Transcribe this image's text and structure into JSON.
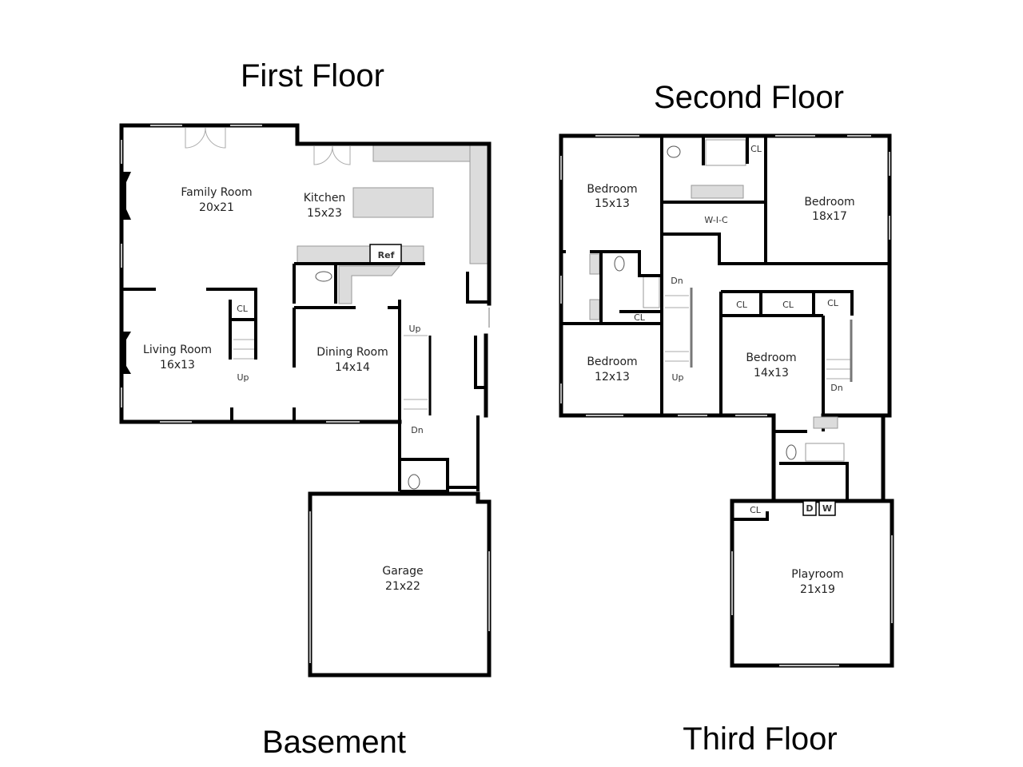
{
  "titles": {
    "first": "First Floor",
    "second": "Second Floor",
    "basement": "Basement",
    "third": "Third Floor"
  },
  "first_floor": {
    "family_room": {
      "name": "Family Room",
      "size": "20x21"
    },
    "kitchen": {
      "name": "Kitchen",
      "size": "15x23"
    },
    "living_room": {
      "name": "Living Room",
      "size": "16x13"
    },
    "dining_room": {
      "name": "Dining Room",
      "size": "14x14"
    },
    "ref": "Ref",
    "cl": "CL",
    "up1": "Up",
    "up2": "Up",
    "dn": "Dn"
  },
  "basement": {
    "garage": {
      "name": "Garage",
      "size": "21x22"
    }
  },
  "second_floor": {
    "bedroom1": {
      "name": "Bedroom",
      "size": "15x13"
    },
    "bedroom2": {
      "name": "Bedroom",
      "size": "18x17"
    },
    "bedroom3": {
      "name": "Bedroom",
      "size": "12x13"
    },
    "bedroom4": {
      "name": "Bedroom",
      "size": "14x13"
    },
    "wic": "W-I-C",
    "cl_top": "CL",
    "cl_bath": "CL",
    "cl_a": "CL",
    "cl_b": "CL",
    "cl_c": "CL",
    "dn1": "Dn",
    "up": "Up",
    "dn2": "Dn"
  },
  "third_floor": {
    "playroom": {
      "name": "Playroom",
      "size": "21x19"
    },
    "cl": "CL",
    "dryer": "D",
    "washer": "W"
  }
}
